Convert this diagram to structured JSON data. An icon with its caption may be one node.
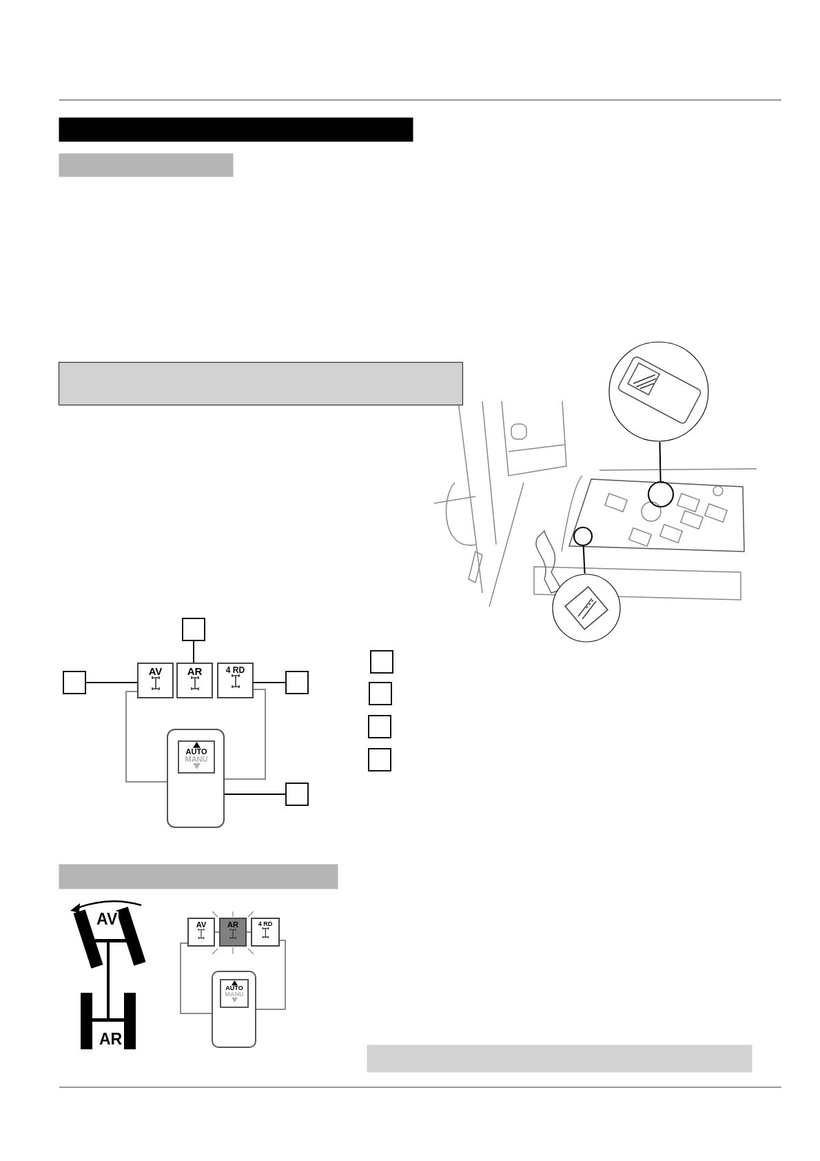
{
  "diagram": {
    "nodes": [
      {
        "text": [],
        "shape": "circle"
      },
      {
        "text": [],
        "shape": "circle"
      },
      {
        "text": [],
        "shape": "circle"
      },
      {
        "text": [],
        "shape": "circle"
      },
      {
        "text": [],
        "shape": "box"
      },
      {
        "text": [],
        "shape": "box"
      },
      {
        "text": [
          "AV"
        ]
      },
      {
        "text": [
          "AR"
        ]
      },
      {
        "text": [
          "4 RD"
        ]
      },
      {
        "text": [],
        "shape": "box"
      },
      {
        "text": [],
        "shape": "box"
      },
      {
        "text": [
          "AUTO",
          "MANU"
        ],
        "in": 10
      },
      {
        "text": [],
        "shape": "box"
      },
      {
        "text": [],
        "shape": "box"
      },
      {
        "text": [],
        "shape": "box"
      },
      {
        "text": [],
        "shape": "box"
      },
      {
        "text": [],
        "shape": "box"
      },
      {
        "text": [
          "AV"
        ]
      },
      {
        "text": [
          "AR"
        ]
      },
      {
        "text": [
          "4 RD"
        ]
      },
      {
        "text": [],
        "shape": "box"
      },
      {
        "text": [
          "AUTO",
          "MANU"
        ],
        "in": 20
      },
      {
        "text": [],
        "shape": "bar"
      },
      {
        "text": [],
        "shape": "bar"
      },
      {
        "text": [],
        "shape": "bar"
      },
      {
        "text": [],
        "shape": "bar"
      },
      {
        "text": [],
        "shape": "bar"
      }
    ],
    "edges": [
      {
        "from": 0,
        "to": 1,
        "arrow": "none"
      },
      {
        "from": 3,
        "to": 2,
        "arrow": "none"
      },
      {
        "from": 4,
        "to": 7,
        "arrow": "none"
      },
      {
        "from": 5,
        "to": 6,
        "arrow": "none"
      },
      {
        "from": 9,
        "to": 8,
        "arrow": "none"
      },
      {
        "from": 12,
        "to": 10,
        "arrow": "none"
      },
      {
        "from": 6,
        "to": 10,
        "arrow": "none",
        "color": "#8a8a8a"
      },
      {
        "from": 8,
        "to": 10,
        "arrow": "none",
        "color": "#8a8a8a"
      },
      {
        "from": 17,
        "to": 20,
        "arrow": "none",
        "color": "#8a8a8a"
      },
      {
        "from": 19,
        "to": 20,
        "arrow": "none",
        "color": "#8a8a8a"
      },
      {
        "from": 17,
        "to": 18,
        "arrow": "none",
        "color": "#8a8a8a"
      },
      {
        "from": 18,
        "to": 19,
        "arrow": "none",
        "color": "#8a8a8a"
      }
    ],
    "labels": [
      "AV",
      "AR"
    ]
  }
}
